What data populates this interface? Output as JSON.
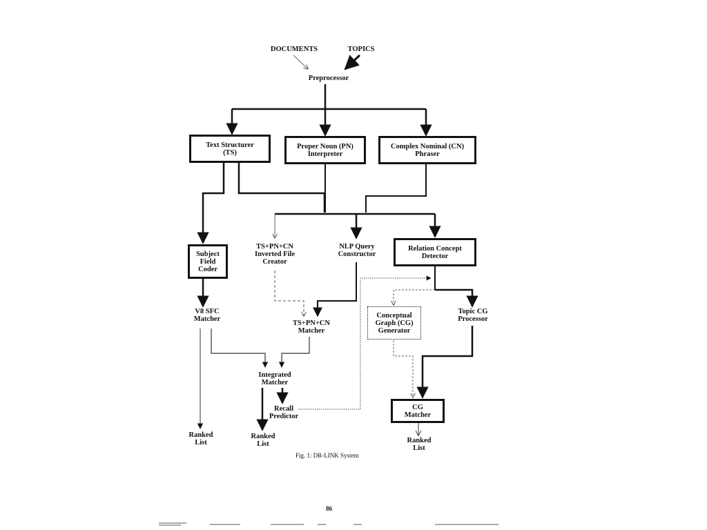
{
  "nodes": {
    "documents": "DOCUMENTS",
    "topics": "TOPICS",
    "preprocessor": "Preprocessor",
    "text_structurer": "Text Structurer\n(TS)",
    "proper_noun": "Proper Noun (PN)\nInterpreter",
    "complex_nominal": "Complex Nominal (CN)\nPhraser",
    "subject_field_coder": "Subject\nField\nCoder",
    "inverted_file_creator": "TS+PN+CN\nInverted File\nCreator",
    "nlp_query": "NLP Query\nConstructor",
    "relation_concept": "Relation Concept\nDetector",
    "v8_sfc": "V8 SFC\nMatcher",
    "ts_pn_cn_matcher": "TS+PN+CN\nMatcher",
    "conceptual_graph": "Conceptual\nGraph (CG)\nGenerator",
    "topic_cg": "Topic CG\nProcessor",
    "integrated_matcher": "Integrated\nMatcher",
    "recall_predictor": "Recall\nPredictor",
    "cg_matcher": "CG\nMatcher",
    "ranked_list_1": "Ranked\nList",
    "ranked_list_2": "Ranked\nList",
    "ranked_list_3": "Ranked\nList"
  },
  "caption": "Fig. 1: DR-LINK System",
  "page_number": "86"
}
